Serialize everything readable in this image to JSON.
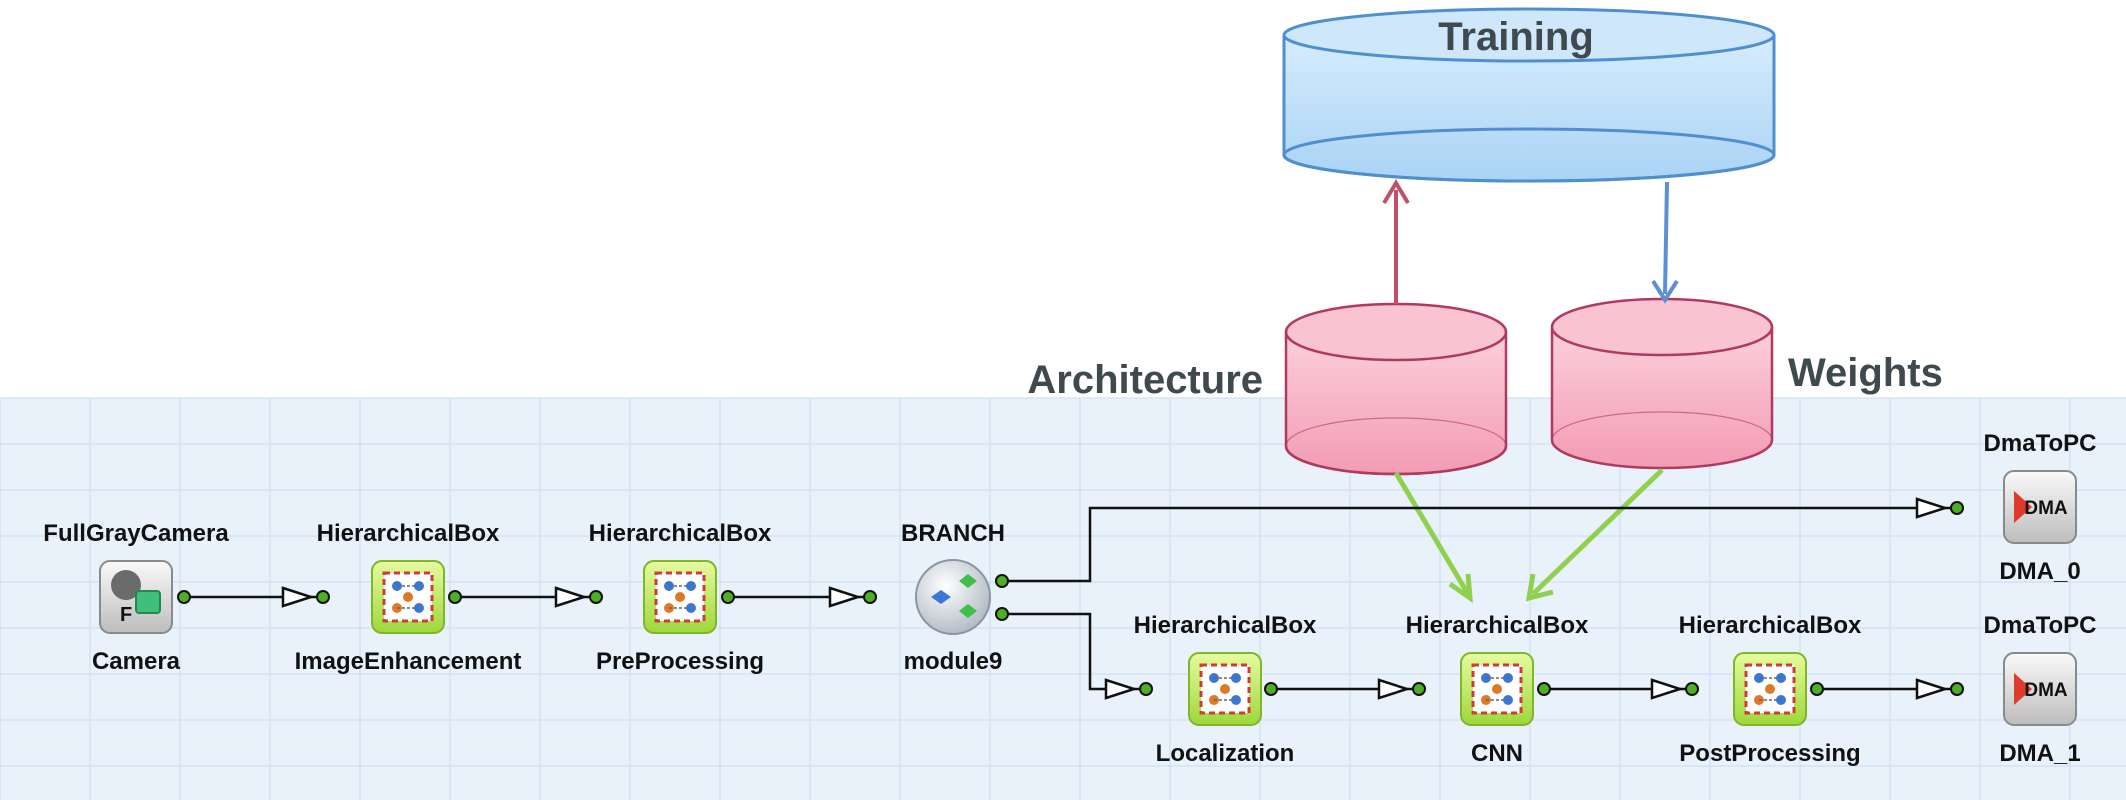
{
  "cloud": {
    "training_label": "Training",
    "architecture_label": "Architecture",
    "weights_label": "Weights"
  },
  "modules": [
    {
      "type": "FullGrayCamera",
      "name": "Camera",
      "icon": "camera-icon"
    },
    {
      "type": "HierarchicalBox",
      "name": "ImageEnhancement",
      "icon": "hierarchical-box-icon"
    },
    {
      "type": "HierarchicalBox",
      "name": "PreProcessing",
      "icon": "hierarchical-box-icon"
    },
    {
      "type": "BRANCH",
      "name": "module9",
      "icon": "branch-icon"
    },
    {
      "type": "HierarchicalBox",
      "name": "Localization",
      "icon": "hierarchical-box-icon"
    },
    {
      "type": "HierarchicalBox",
      "name": "CNN",
      "icon": "hierarchical-box-icon"
    },
    {
      "type": "HierarchicalBox",
      "name": "PostProcessing",
      "icon": "hierarchical-box-icon"
    },
    {
      "type": "DmaToPC",
      "name": "DMA_0",
      "icon": "dma-icon",
      "icon_text": "DMA"
    },
    {
      "type": "DmaToPC",
      "name": "DMA_1",
      "icon": "dma-icon",
      "icon_text": "DMA"
    }
  ],
  "colors": {
    "canvas_bg": "#e9f1fb",
    "grid": "#c9dbef",
    "training_db": "#b9dcf7",
    "db_pink": "#f7b3c7",
    "arrow_red": "#c0506a",
    "arrow_blue": "#5b8fd6",
    "arrow_green": "#8fd14f",
    "port_green": "#4caf24"
  }
}
